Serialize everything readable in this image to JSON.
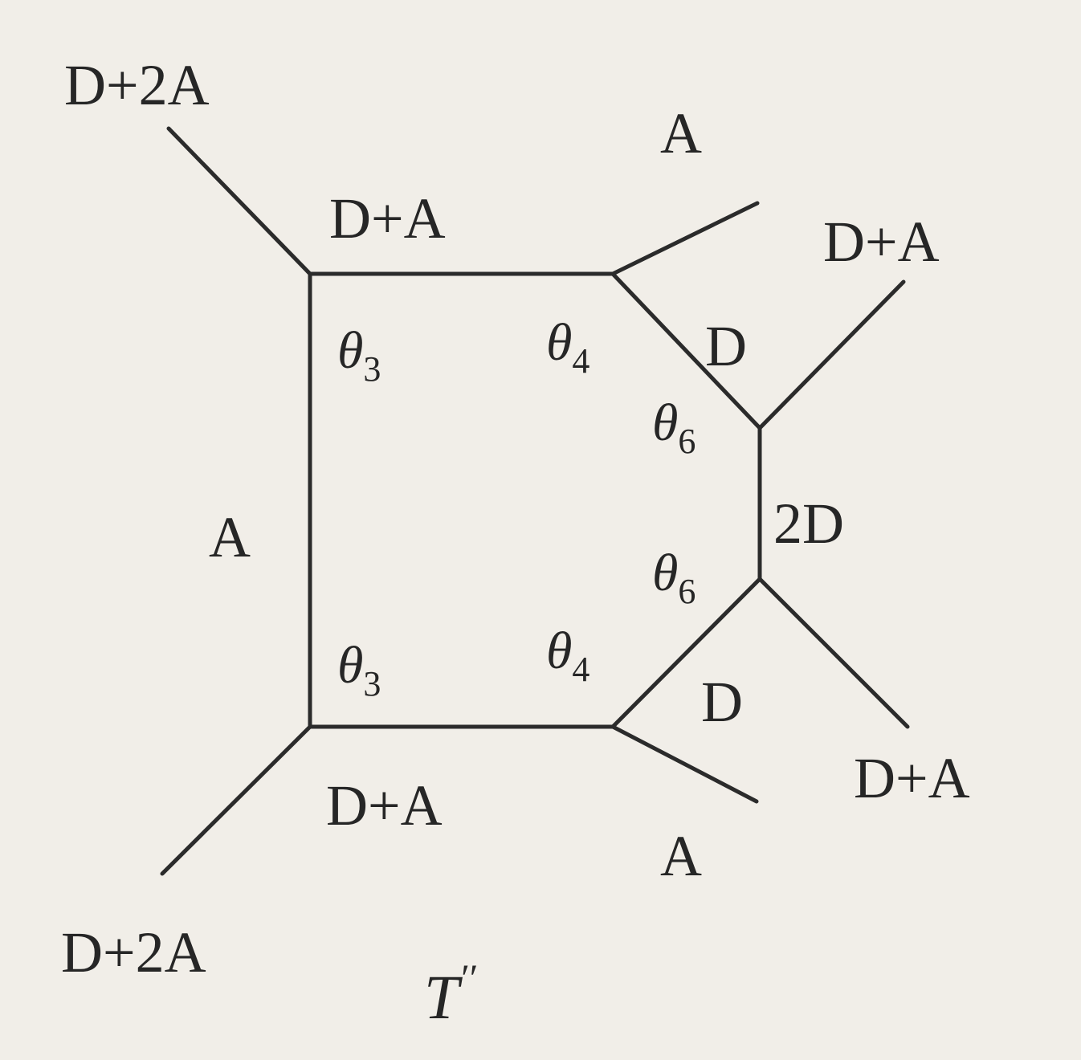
{
  "diagram": {
    "edge_labels": {
      "top_left_leg": "D+2A",
      "top_edge": "D+A",
      "top_right_leg": "A",
      "right_upper_leg": "D+A",
      "upper_diag": "D",
      "right_vertical": "2D",
      "left_vertical": "A",
      "lower_diag": "D",
      "right_lower_leg": "D+A",
      "bottom_edge": "D+A",
      "bottom_right_leg": "A",
      "bottom_left_leg": "D+2A"
    },
    "angles": {
      "top_left": {
        "symbol": "θ",
        "index": "3"
      },
      "top_right": {
        "symbol": "θ",
        "index": "4"
      },
      "upper_right": {
        "symbol": "θ",
        "index": "6"
      },
      "lower_right": {
        "symbol": "θ",
        "index": "6"
      },
      "bottom_left": {
        "symbol": "θ",
        "index": "3"
      },
      "bottom_right": {
        "symbol": "θ",
        "index": "4"
      }
    },
    "caption": {
      "text": "T",
      "prime": "′′"
    }
  }
}
